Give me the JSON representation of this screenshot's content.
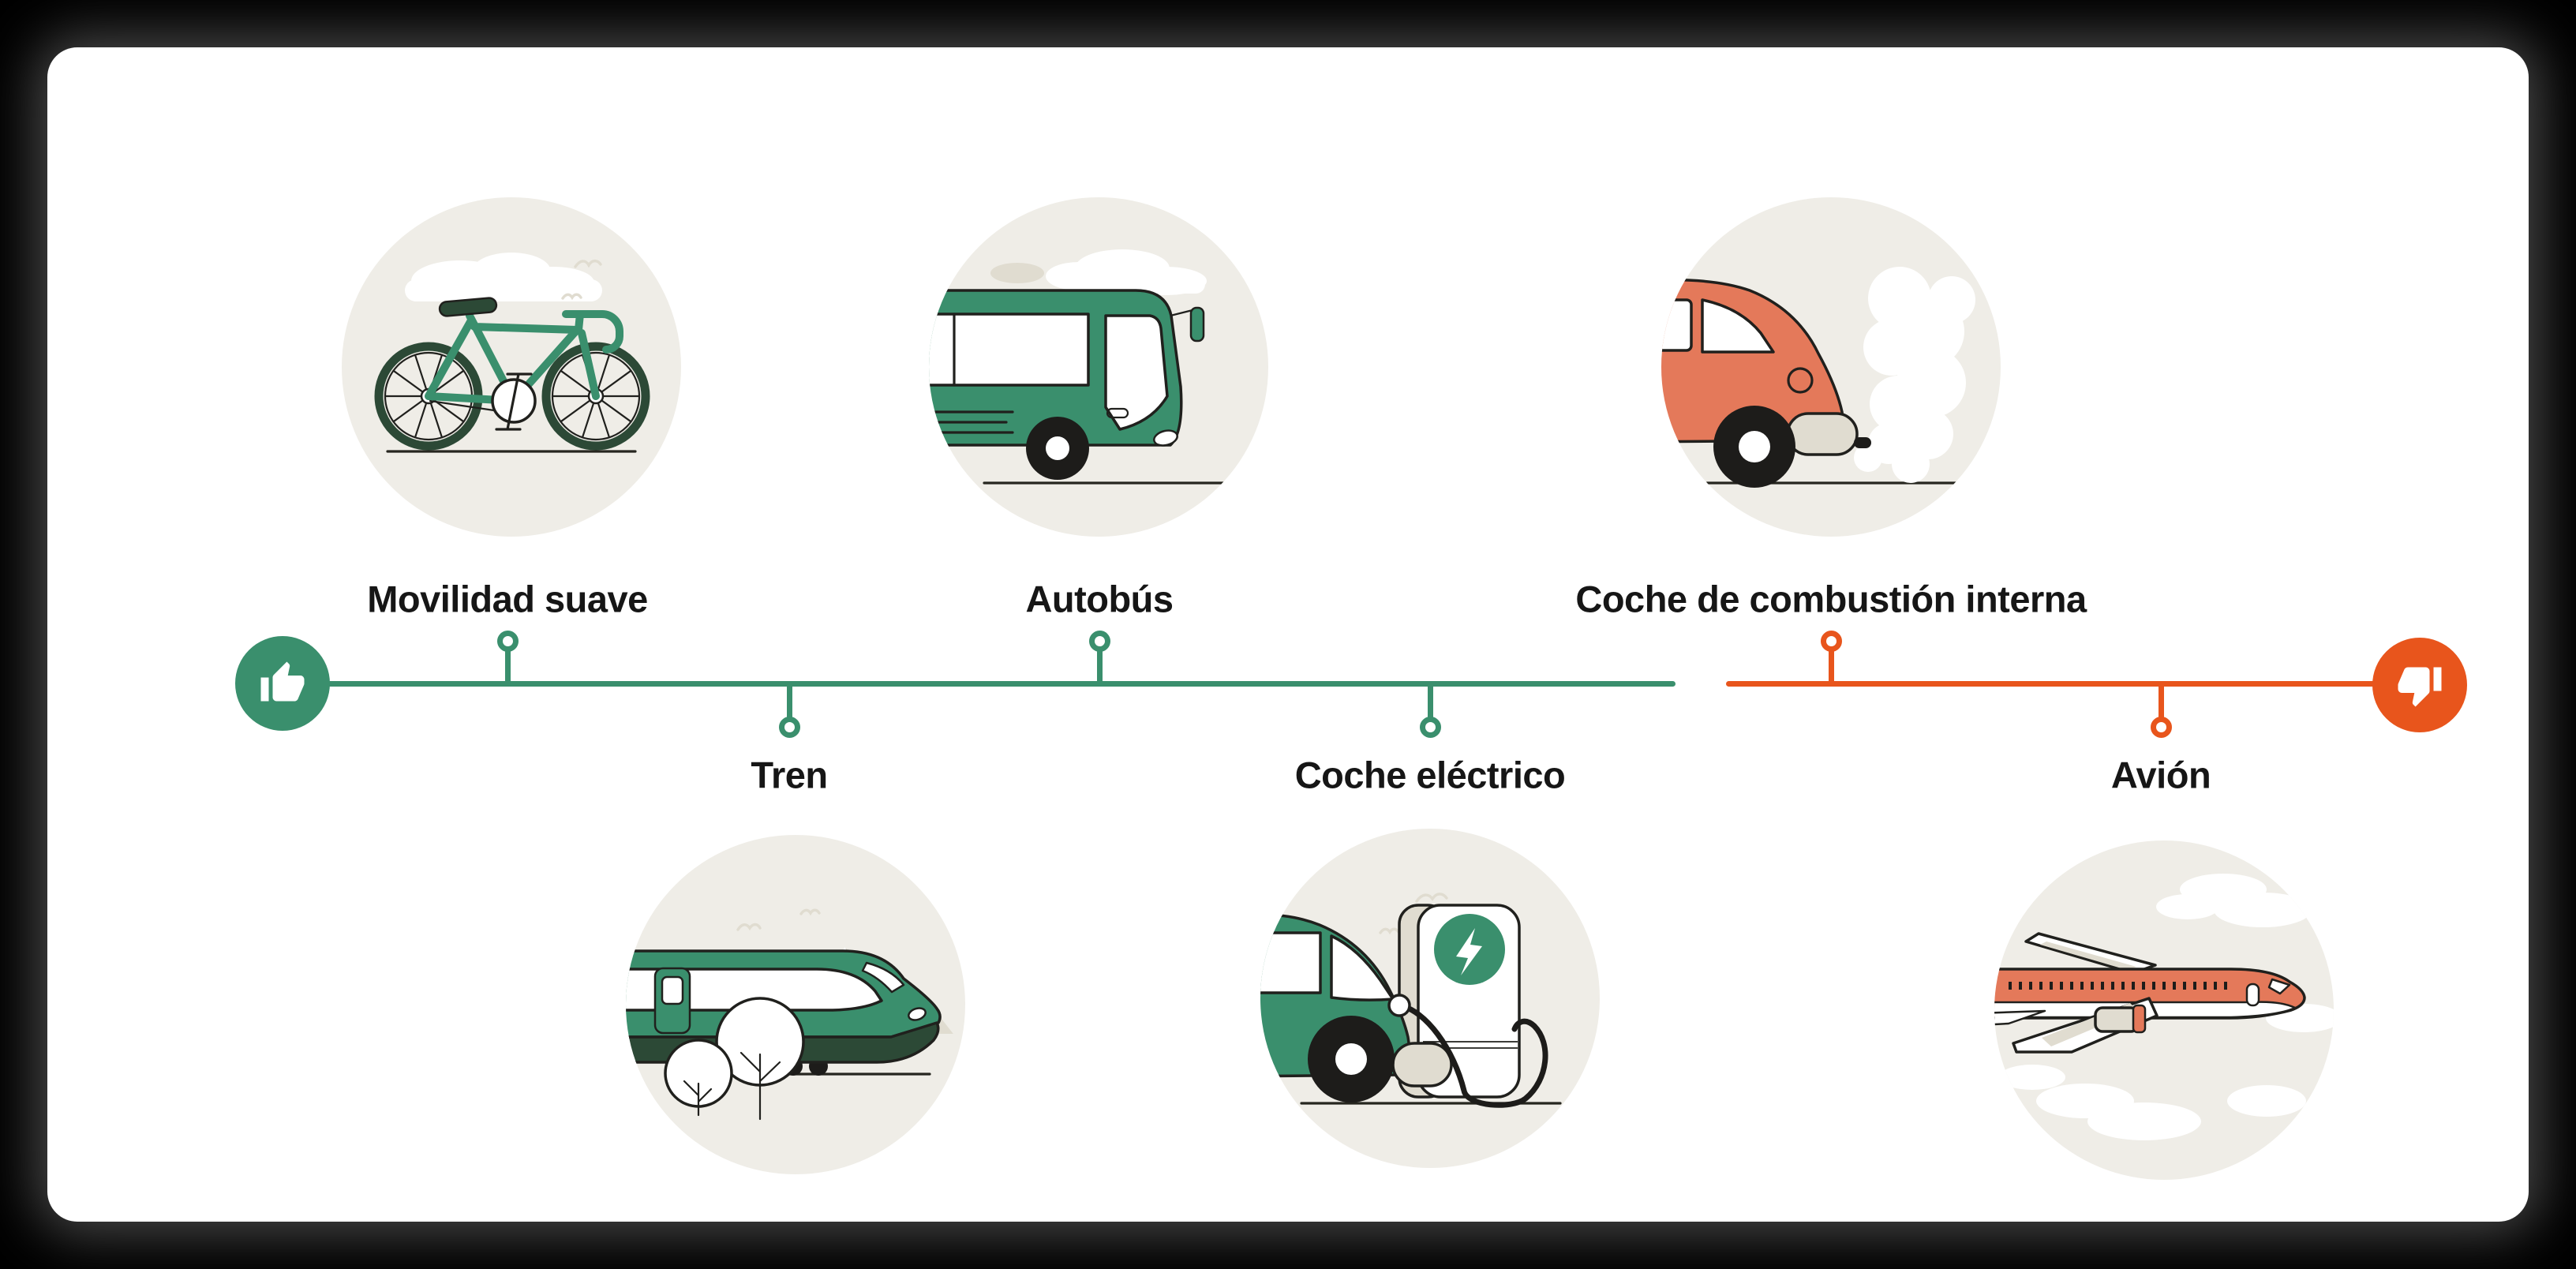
{
  "palette": {
    "green": "#3A8F6D",
    "dark_green": "#2C4936",
    "orange": "#E8551C",
    "salmon": "#E4795A",
    "circle_beige": "#EFEDE7",
    "beige_shade": "#E0DCD0",
    "outline_ink": "#20201D",
    "label_color": "#161616",
    "card_background": "#FFFFFF",
    "page_background": "#000000"
  },
  "timeline": {
    "positive_end_icon": "thumbs-up",
    "negative_end_icon": "thumbs-down",
    "positive_segment_color": "#3A8F6D",
    "negative_segment_color": "#E8551C",
    "items": [
      {
        "label": "Movilidad suave",
        "position": "above-line",
        "segment": "positive",
        "illustration": "bicycle"
      },
      {
        "label": "Tren",
        "position": "below-line",
        "segment": "positive",
        "illustration": "high-speed-train"
      },
      {
        "label": "Autobús",
        "position": "above-line",
        "segment": "positive",
        "illustration": "bus"
      },
      {
        "label": "Coche eléctrico",
        "position": "below-line",
        "segment": "positive",
        "illustration": "electric-car-charging"
      },
      {
        "label": "Coche de combustión interna",
        "position": "above-line",
        "segment": "negative",
        "illustration": "car-with-exhaust-smoke"
      },
      {
        "label": "Avión",
        "position": "below-line",
        "segment": "negative",
        "illustration": "airplane"
      }
    ]
  }
}
